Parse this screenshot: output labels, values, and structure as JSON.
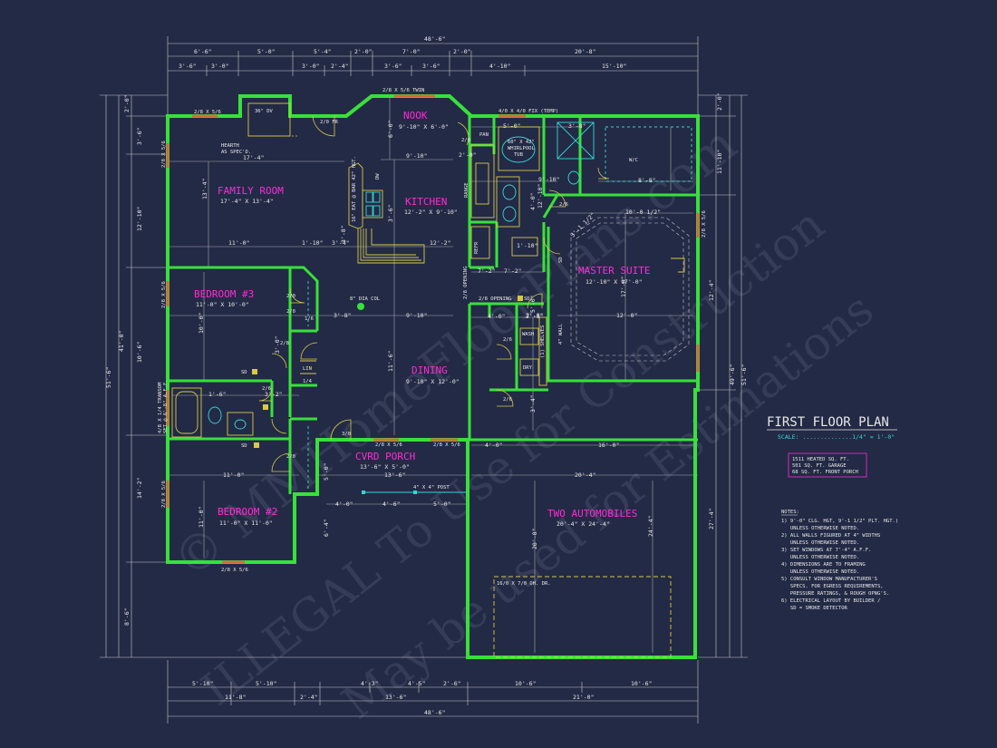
{
  "title": {
    "main": "FIRST FLOOR PLAN",
    "scale": "SCALE: ..............1/4\" = 1'-0\""
  },
  "areas": [
    "1511 HEATED SQ. FT.",
    "501 SQ. FT. GARAGE",
    "68 SQ. FT. FRONT PORCH"
  ],
  "notes": {
    "heading": "NOTES:",
    "lines": [
      "1) 9'-0\" CLG. HGT, 9'-1 1/2\" PLT. HGT.)",
      "   UNLESS OTHERWISE NOTED.",
      "2) ALL WALLS FIGURED AT 4\" WIDTHS",
      "   UNLESS OTHERWISE NOTED.",
      "3) SET WINDOWS AT 7'-4\" A.F.F.",
      "   UNLESS OTHERWISE NOTED.",
      "4) DIMENSIONS ARE TO FRAMING",
      "   UNLESS OTHERWISE NOTED.",
      "5) CONSULT WINDOW MANUFACTURER'S",
      "   SPECS. FOR EGRESS REQUIREMENTS,",
      "   PRESSURE RATINGS, & ROUGH OPNG'S.",
      "6) ELECTRICAL LAYOUT BY BUILDER /",
      "   SD = SMOKE DETECTOR"
    ]
  },
  "rooms": {
    "nook": {
      "label": "NOOK",
      "size": "9'-10\" X 6'-0\""
    },
    "family": {
      "label": "FAMILY ROOM",
      "size": "17'-4\" X 13'-4\""
    },
    "kitchen": {
      "label": "KITCHEN",
      "size": "12'-2\" X 9'-10\""
    },
    "bedroom3": {
      "label": "BEDROOM #3",
      "size": "11'-0\" X 10'-0\""
    },
    "master": {
      "label": "MASTER SUITE",
      "size": "12'-10\" X 17'-0\""
    },
    "dining": {
      "label": "DINING",
      "size": "9'-10\" X 12'-0\""
    },
    "porch": {
      "label": "CVRD PORCH",
      "size": "13'-6\" X 5'-0\""
    },
    "bedroom2": {
      "label": "BEDROOM #2",
      "size": "11'-0\" X 11'-0\""
    },
    "garage": {
      "label": "TWO AUTOMOBILES",
      "size": "20'-4\" X 24'-4\""
    }
  },
  "labels": {
    "dv": "36\" DV",
    "hearth1": "HEARTH",
    "hearth2": "AS SPEC'D.",
    "fr": "2/0 FR",
    "twin": "2/8 X 5/6 TWIN",
    "fix_temp": "4/0 X 4/0 FIX (TEMP)",
    "whirlpool1": "60\" X 42\"",
    "whirlpool2": "WHIRLPOOL",
    "whirlpool3": "TUB",
    "pan": "PAN",
    "wic": "W/C",
    "range": "RANGE",
    "bar": "16\" EAT @ BAR 42\" HGT.",
    "dw": "DW",
    "refr": "REFR",
    "diacol": "8\" DIA COL",
    "opening1": "2/8 OPENING",
    "opening2": "2/8 OPENING",
    "wash": "WASH",
    "dry": "DRY",
    "shelves": "(1) SHELVES",
    "wall4": "4\" WALL",
    "lin": "LIN",
    "post": "4\" X 4\" POST",
    "ohdr": "16/0 X 7/0 OH. DR.",
    "sd": "SD",
    "w1": "2/8 X 5/6",
    "w2": "2/8 X 5/6",
    "w3": "2/8 X 5/6",
    "w4": "2/8 X 5/6",
    "w5": "2/8 X 5/6",
    "w6": "2/8 X 5/6",
    "w7": "2/8 X 5/6",
    "w8": "2/8 X 5/6",
    "trans": "4/8 X 1/4 TRANSOM",
    "trans2": "SET @ 6'-8\" A.F.F.",
    "d26a": "2/6",
    "d26b": "2/6",
    "d26c": "2/6",
    "d26d": "2/6",
    "d20a": "2/0",
    "d20b": "2/0",
    "d20c": "2/0",
    "d28a": "2/8",
    "d28b": "2/8",
    "d30": "3/0",
    "d14": "1/4",
    "d16": "1/6"
  },
  "dims": {
    "top_total": "48'-6\"",
    "top_r1": [
      "6'-6\"",
      "5'-0\"",
      "5'-4\"",
      "2'-0\"",
      "7'-0\"",
      "2'-0\"",
      "20'-8\""
    ],
    "top_r2": [
      "3'-6\"",
      "3'-0\"",
      "3'-0\"",
      "2'-4\"",
      "3'-6\"",
      "3'-6\"",
      "4'-10\"",
      "15'-10\""
    ],
    "bottom_r1": [
      "5'-10\"",
      "5'-10\"",
      "4'-3\"",
      "4'-5\"",
      "2'-6\"",
      "10'-6\"",
      "10'-6\""
    ],
    "bottom_r2": [
      "11'-8\"",
      "2'-4\"",
      "13'-6\"",
      "21'-0\""
    ],
    "bottom_total": "48'-6\"",
    "left_total": "51'-6\"",
    "left_r1": [
      "2'-0\"",
      "3'-6\"",
      "12'-10\"",
      "10'-6\"",
      "14'-2\"",
      "8'-6\""
    ],
    "left_r2": "41'-0\"",
    "right_total": "51'-6\"",
    "right_r1": [
      "2'-0\"",
      "11'-10\"",
      "12'-4\"",
      "27'-4\""
    ],
    "right_r2": "49'-6\"",
    "inner": [
      "17'-4\"",
      "11'-0\"",
      "1'-10\"",
      "3'-4\"",
      "12'-2\"",
      "13'-4\"",
      "3'-8\"",
      "9'-10\"",
      "9'-10\"",
      "10'-0\"",
      "11'-0\"",
      "3'-8\"",
      "6'-0\"",
      "3'-6\"",
      "2'-0\"",
      "11'-6\"",
      "1'-6\"",
      "3'-2\"",
      "12'-10\"",
      "10'-0 1/2\"",
      "7'-2\"",
      "4'-0\"",
      "1'-10\"",
      "2'-8\"",
      "5'-0\"",
      "8'-8\"",
      "3'-8\"",
      "4'-0\"",
      "9'-10\"",
      "3'-4\"",
      "4'-0\"",
      "16'-0\"",
      "20'-4\"",
      "13'-6\"",
      "4'-0\"",
      "4'-6\"",
      "5'-0\"",
      "6'-4\"",
      "11'-0\"",
      "24'-4\"",
      "20'-8\"",
      "5'-0\"",
      "7'-2\"",
      "17'-0\"",
      "12'-0\"",
      "5'-0\"",
      "3'-0\"",
      "2'-8\"",
      "3'-1 1/2\""
    ]
  },
  "watermarks": [
    "© MMHomeFloorPlans.com",
    "ILLEGAL To Use for Construction",
    "May be used for Estimations"
  ],
  "colors": {
    "background": "#232a45",
    "walls": "#37e13a",
    "room_labels": "#ff2bd6",
    "fixtures": "#d8c84a",
    "windows": "#d36a3a",
    "title_accent": "#35d6d6"
  }
}
